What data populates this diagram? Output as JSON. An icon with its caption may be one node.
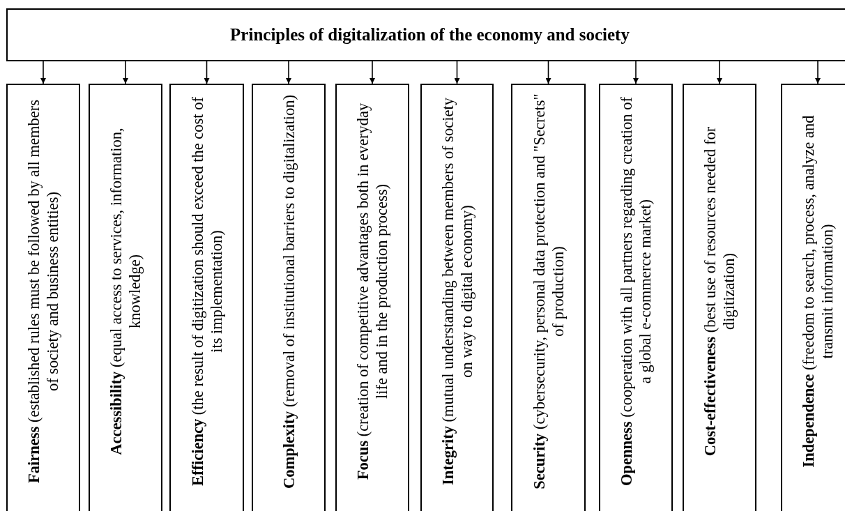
{
  "diagram": {
    "nodes": [
      {
        "text": [
          "Principles of digitalization of the economy and society"
        ]
      },
      {
        "text": [
          "**Fairness** (established rules must be followed by all members of society and business entities)"
        ]
      },
      {
        "text": [
          "**Accessibility** (equal access to services, information, knowledge)"
        ]
      },
      {
        "text": [
          "**Efficiency** (the result of digitization should exceed the cost of its implementation)"
        ]
      },
      {
        "text": [
          "**Complexity** (removal of institutional barriers to digitalization)"
        ]
      },
      {
        "text": [
          "**Focus** (creation of competitive advantages both in everyday life and in the production process)"
        ]
      },
      {
        "text": [
          "**Integrity** (mutual understanding between members of society on way to digital economy)"
        ]
      },
      {
        "text": [
          "**Security** (cybersecurity, personal data protection and \"Secrets\" of production)"
        ]
      },
      {
        "text": [
          "**Openness** (cooperation with all partners regarding creation of a global e-commerce market)"
        ]
      },
      {
        "text": [
          "**Cost-effectiveness** (best use of resources needed for digitization)"
        ]
      },
      {
        "text": [
          "**Independence** (freedom to search, process, analyze and transmit information)"
        ]
      }
    ],
    "edges": [
      {
        "from": 0,
        "to": 1,
        "arrow": "to"
      },
      {
        "from": 0,
        "to": 2,
        "arrow": "to"
      },
      {
        "from": 0,
        "to": 3,
        "arrow": "to"
      },
      {
        "from": 0,
        "to": 4,
        "arrow": "to"
      },
      {
        "from": 0,
        "to": 5,
        "arrow": "to"
      },
      {
        "from": 0,
        "to": 6,
        "arrow": "to"
      },
      {
        "from": 0,
        "to": 7,
        "arrow": "to"
      },
      {
        "from": 0,
        "to": 8,
        "arrow": "to"
      },
      {
        "from": 0,
        "to": 9,
        "arrow": "to"
      },
      {
        "from": 0,
        "to": 10,
        "arrow": "to"
      }
    ]
  }
}
